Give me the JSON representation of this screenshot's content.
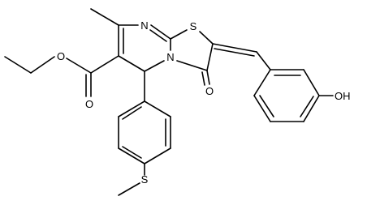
{
  "atoms": {
    "N3": "N",
    "S1": "S",
    "N4": "N",
    "O_carbonyl": "O",
    "OH": "OH",
    "O_ester_carbonyl": "O",
    "O_ester_ether": "O",
    "S_thioether": "S"
  },
  "colors": {
    "bond": "#000000",
    "label": "#000000",
    "background": "#ffffff"
  }
}
